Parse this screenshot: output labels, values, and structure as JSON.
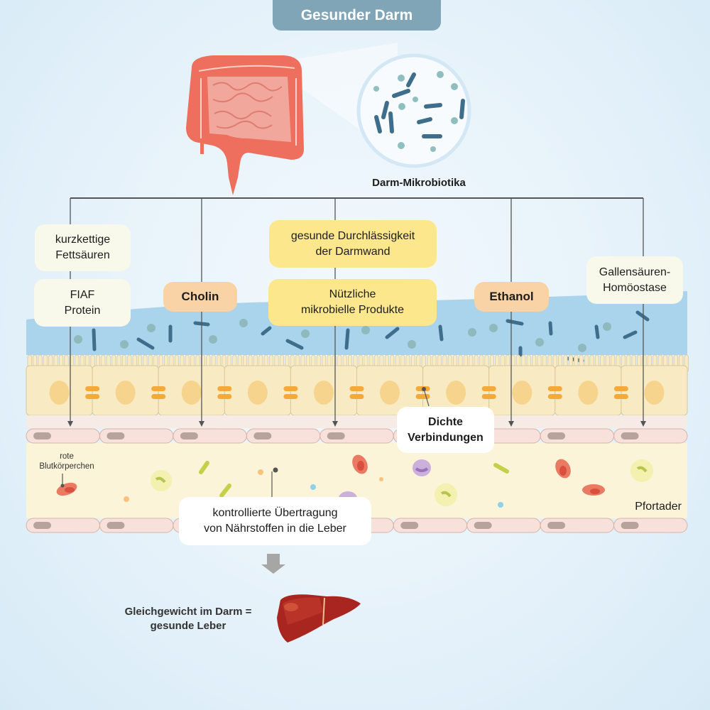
{
  "title": "Gesunder Darm",
  "microbiota_label": "Darm-Mikrobiotika",
  "factors": {
    "short_chain_fatty_acids": [
      "kurzkettige",
      "Fettsäuren"
    ],
    "fiaf_protein": [
      "FIAF",
      "Protein"
    ],
    "choline": "Cholin",
    "permeability": [
      "gesunde Durchlässigkeit",
      "der Darmwand"
    ],
    "beneficial_products": [
      "Nützliche",
      "mikrobielle Produkte"
    ],
    "ethanol": "Ethanol",
    "bile_acid": [
      "Gallensäuren-",
      "Homöostase"
    ]
  },
  "annotations": {
    "red_blood_cells": [
      "rote",
      "Blutkörperchen"
    ],
    "tight_junctions": [
      "Dichte",
      "Verbindungen"
    ],
    "portal_vein": "Pfortader",
    "nutrient_transfer": [
      "kontrollierte Übertragung",
      "von Nährstoffen in die Leber"
    ]
  },
  "conclusion": [
    "Gleichgewicht im Darm =",
    "gesunde Leber"
  ],
  "colors": {
    "title_bg": "#7fa5b7",
    "lumen": "#a9d4ec",
    "epithelium": "#f8ebc3",
    "tight_junction": "#f7a937",
    "blood": "#fbf4d8",
    "colon": "#ee6f5d",
    "liver": "#a8261f"
  }
}
